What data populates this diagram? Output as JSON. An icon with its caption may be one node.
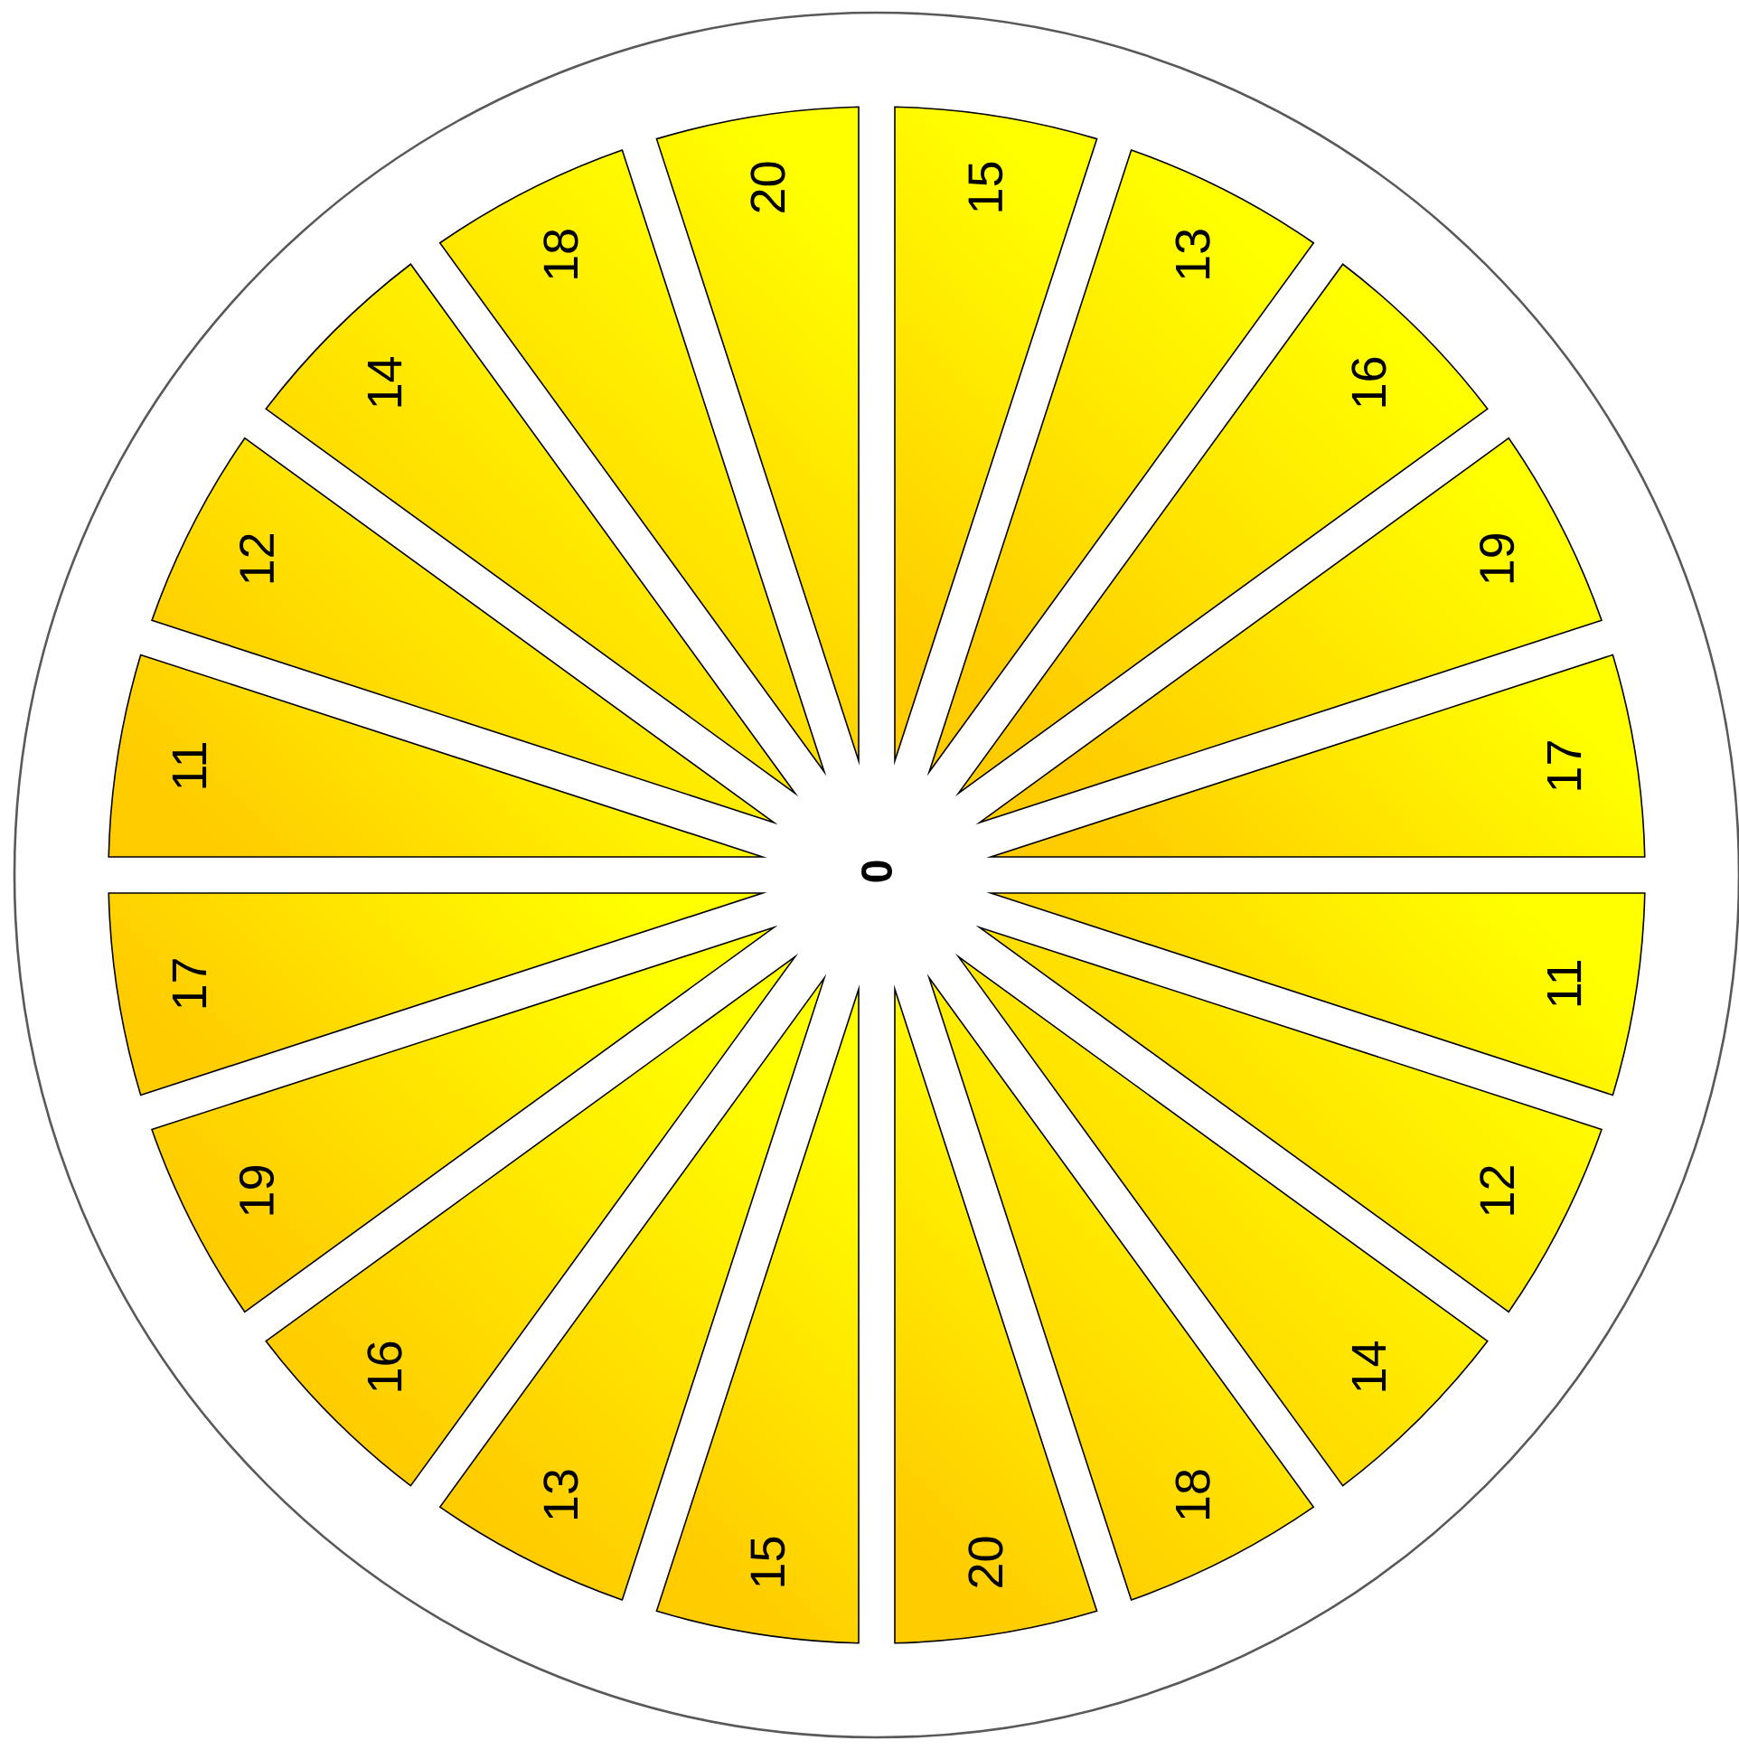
{
  "diagram": {
    "nodes": [
      {
        "text": [],
        "shape": "circle"
      },
      {
        "text": [
          "15"
        ],
        "in": 0
      },
      {
        "text": [
          "13"
        ],
        "in": 0
      },
      {
        "text": [
          "16"
        ],
        "in": 0
      },
      {
        "text": [
          "19"
        ],
        "in": 0
      },
      {
        "text": [
          "17"
        ],
        "in": 0
      },
      {
        "text": [
          "11"
        ],
        "in": 0
      },
      {
        "text": [
          "12"
        ],
        "in": 0
      },
      {
        "text": [
          "14"
        ],
        "in": 0
      },
      {
        "text": [
          "18"
        ],
        "in": 0
      },
      {
        "text": [
          "20"
        ],
        "in": 0
      },
      {
        "text": [
          "15"
        ],
        "in": 0
      },
      {
        "text": [
          "13"
        ],
        "in": 0
      },
      {
        "text": [
          "16"
        ],
        "in": 0
      },
      {
        "text": [
          "19"
        ],
        "in": 0
      },
      {
        "text": [
          "17"
        ],
        "in": 0
      },
      {
        "text": [
          "11"
        ],
        "in": 0
      },
      {
        "text": [
          "12"
        ],
        "in": 0
      },
      {
        "text": [
          "14"
        ],
        "in": 0
      },
      {
        "text": [
          "18"
        ],
        "in": 0
      },
      {
        "text": [
          "20"
        ],
        "in": 0
      }
    ],
    "labels": [
      "0"
    ]
  }
}
